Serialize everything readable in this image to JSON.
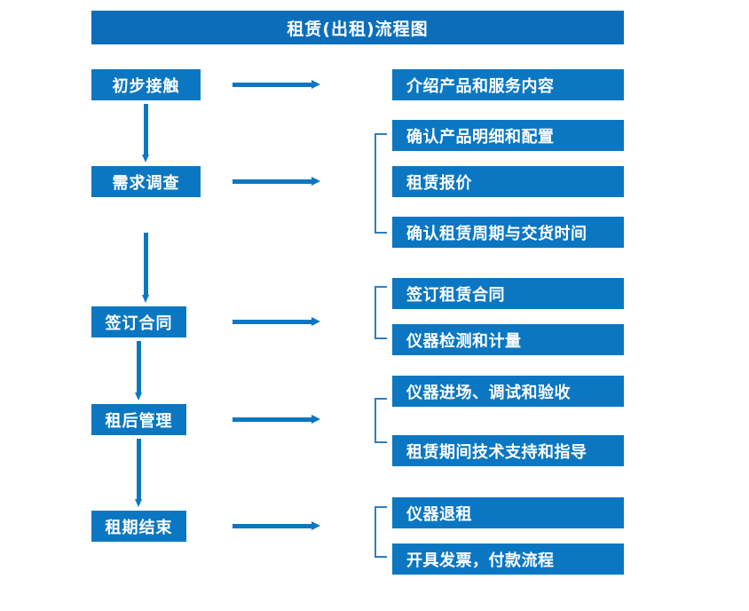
{
  "title": "租赁(出租)流程图",
  "colors": {
    "title_bar": "#0b6ebb",
    "node_fill": "#0b77c2",
    "node_text": "#ffffff",
    "bracket": "#2e7fc0",
    "arrow": "#0b77c2",
    "background": "#ffffff"
  },
  "stages": [
    {
      "label": "初步接触"
    },
    {
      "label": "需求调查"
    },
    {
      "label": "签订合同"
    },
    {
      "label": "租后管理"
    },
    {
      "label": "租期结束"
    }
  ],
  "details": [
    {
      "label": "介绍产品和服务内容"
    },
    {
      "label": "确认产品明细和配置"
    },
    {
      "label": "租赁报价"
    },
    {
      "label": "确认租赁周期与交货时间"
    },
    {
      "label": "签订租赁合同"
    },
    {
      "label": "仪器检测和计量"
    },
    {
      "label": "仪器进场、调试和验收"
    },
    {
      "label": "租赁期间技术支持和指导"
    },
    {
      "label": "仪器退租"
    },
    {
      "label": "开具发票，付款流程"
    }
  ]
}
